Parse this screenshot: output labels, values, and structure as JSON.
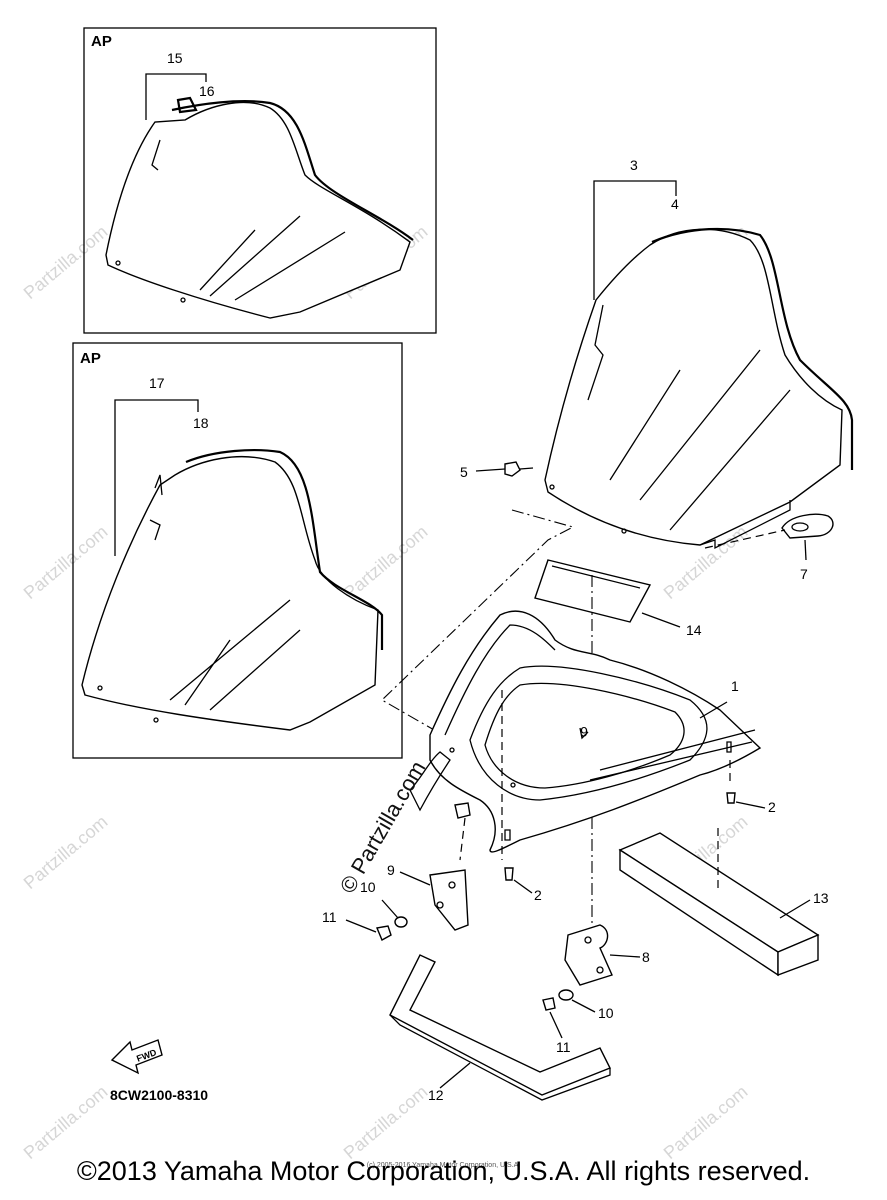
{
  "diagram": {
    "inset_labels": [
      "AP",
      "AP"
    ],
    "part_callouts": {
      "p1": "1",
      "p2a": "2",
      "p2b": "2",
      "p3": "3",
      "p4": "4",
      "p5": "5",
      "p7": "7",
      "p8": "8",
      "p9": "9",
      "p10a": "10",
      "p10b": "10",
      "p11a": "11",
      "p11b": "11",
      "p12": "12",
      "p13": "13",
      "p14": "14",
      "p15": "15",
      "p16": "16",
      "p17": "17",
      "p18": "18",
      "p6": "6"
    },
    "fwd_label": "FWD",
    "drawing_code": "8CW2100-8310",
    "watermark_text": "© Partzilla.com",
    "watermark_small": "Partzilla.com"
  },
  "footer": {
    "copyright": "©2013 Yamaha Motor Corporation, U.S.A. All rights reserved.",
    "small_copyright": "(c) 2005-2016 Yamaha Motor Corporation, U.S.A."
  }
}
